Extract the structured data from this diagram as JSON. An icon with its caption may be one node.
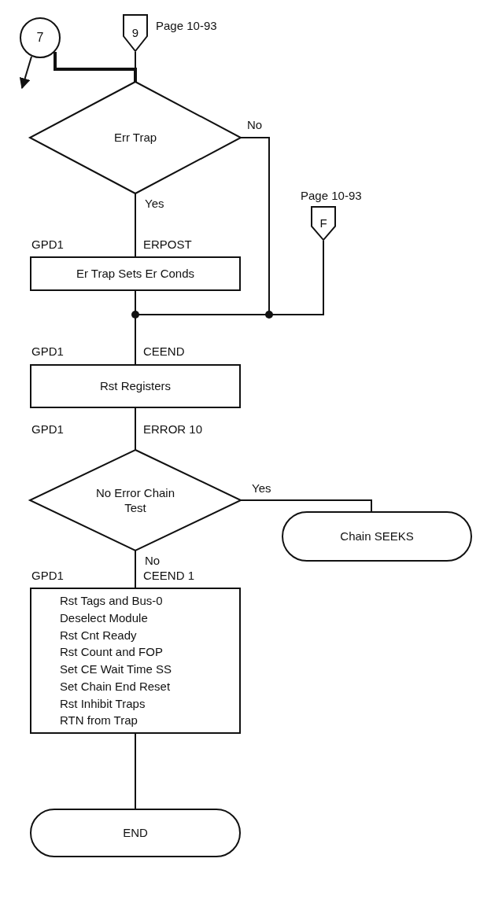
{
  "diagram": {
    "nodes": [
      {
        "text": [
          "7"
        ]
      },
      {
        "text": [
          "9"
        ],
        "beside": [
          "Page 10-93"
        ]
      },
      {
        "text": [
          "Err Trap"
        ]
      },
      {
        "text": [
          "Er Trap Sets Er Conds"
        ],
        "beside": [
          "GPD1",
          "ERPOST"
        ]
      },
      {
        "text": [
          "F"
        ],
        "beside": [
          "Page 10-93"
        ]
      },
      {
        "text": [
          "Rst Registers"
        ],
        "beside": [
          "GPD1",
          "CEEND"
        ]
      },
      {
        "text": [
          "No Error Chain Test"
        ],
        "beside": [
          "GPD1",
          "ERROR 10"
        ]
      },
      {
        "text": [
          "Chain SEEKS"
        ]
      },
      {
        "text": [
          "Rst Tags and Bus-0",
          "Deselect Module",
          "Rst Cnt Ready",
          "Rst Count and FOP",
          "Set CE Wait Time SS",
          "Set Chain End Reset",
          "Rst Inhibit Traps",
          "RTN from Trap"
        ],
        "beside": [
          "GPD1",
          "CEEND 1"
        ]
      },
      {
        "text": [
          "END"
        ]
      }
    ],
    "edges": [
      {
        "from": 0,
        "to": 2,
        "arrow": "none",
        "style": "thick"
      },
      {
        "from": 1,
        "to": 2,
        "arrow": "none"
      },
      {
        "from": 0,
        "to": null,
        "arrow": "to"
      },
      {
        "from": 2,
        "to": 3,
        "arrow": "none",
        "label": "Yes"
      },
      {
        "from": 2,
        "to": 5,
        "arrow": "none",
        "label": "No"
      },
      {
        "from": 3,
        "to": 5,
        "arrow": "none"
      },
      {
        "from": 4,
        "to": 5,
        "arrow": "none"
      },
      {
        "from": 5,
        "to": 6,
        "arrow": "none"
      },
      {
        "from": 6,
        "to": 7,
        "arrow": "none",
        "label": "Yes"
      },
      {
        "from": 6,
        "to": 8,
        "arrow": "none",
        "label": "No"
      },
      {
        "from": 8,
        "to": 9,
        "arrow": "none"
      }
    ]
  }
}
